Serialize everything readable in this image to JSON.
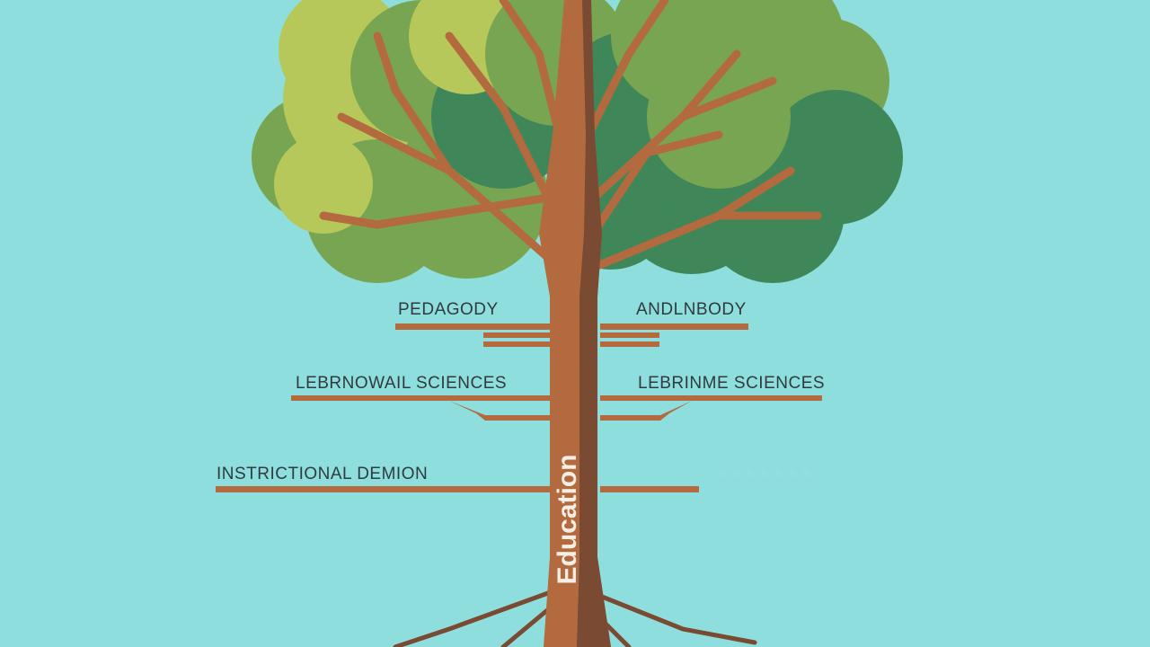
{
  "colors": {
    "background": "#8fdede",
    "trunk": "#b36a3e",
    "trunk_shadow": "#7a4a33",
    "foliage_light": "#b7c85a",
    "foliage_mid": "#78a552",
    "foliage_dark": "#3f8759",
    "label_text": "#2f3b3f",
    "education_text": "#f4efe6",
    "faint_text": "#d2ecec"
  },
  "trunk_label": "Education",
  "branch_labels": {
    "upper_left": "PEDAGODY",
    "upper_right": "ANDLNBODY",
    "middle_left": "LEBRNOWAIL SCIENCES",
    "middle_right": "LEBRINME SCIENCES",
    "lower_left": "INSTRICTIONAL DEMION"
  },
  "faint_label": "- - - - - - -"
}
